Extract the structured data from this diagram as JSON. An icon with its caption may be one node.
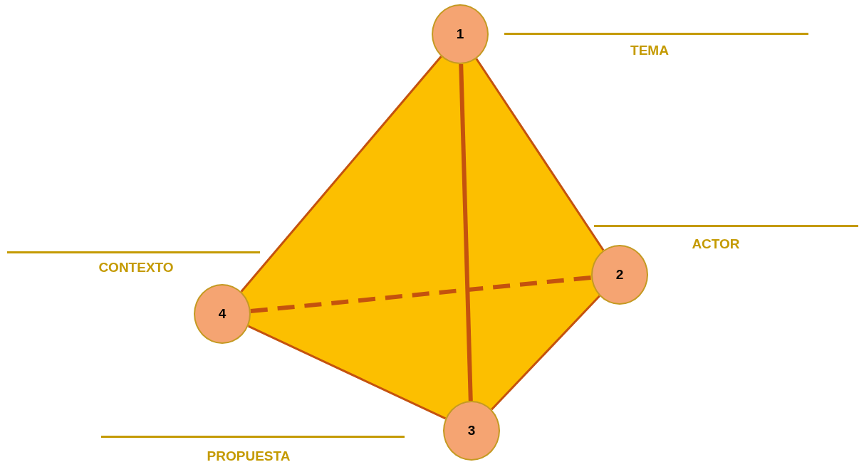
{
  "diagram": {
    "nodes": [
      {
        "text": [
          "1"
        ]
      },
      {
        "text": [
          "2"
        ]
      },
      {
        "text": [
          "4"
        ]
      },
      {
        "text": [
          "3"
        ]
      }
    ],
    "edges": [
      {
        "from": 0,
        "to": 1,
        "arrow": "none"
      },
      {
        "from": 0,
        "to": 3,
        "arrow": "none",
        "style": "thick"
      },
      {
        "from": 0,
        "to": 2,
        "arrow": "none"
      },
      {
        "from": 2,
        "to": 1,
        "arrow": "none",
        "style": "dashed"
      },
      {
        "from": 2,
        "to": 3,
        "arrow": "none"
      },
      {
        "from": 3,
        "to": 1,
        "arrow": "none"
      }
    ],
    "labels": [
      "TEMA",
      "ACTOR",
      "CONTEXTO",
      "PROPUESTA"
    ]
  }
}
